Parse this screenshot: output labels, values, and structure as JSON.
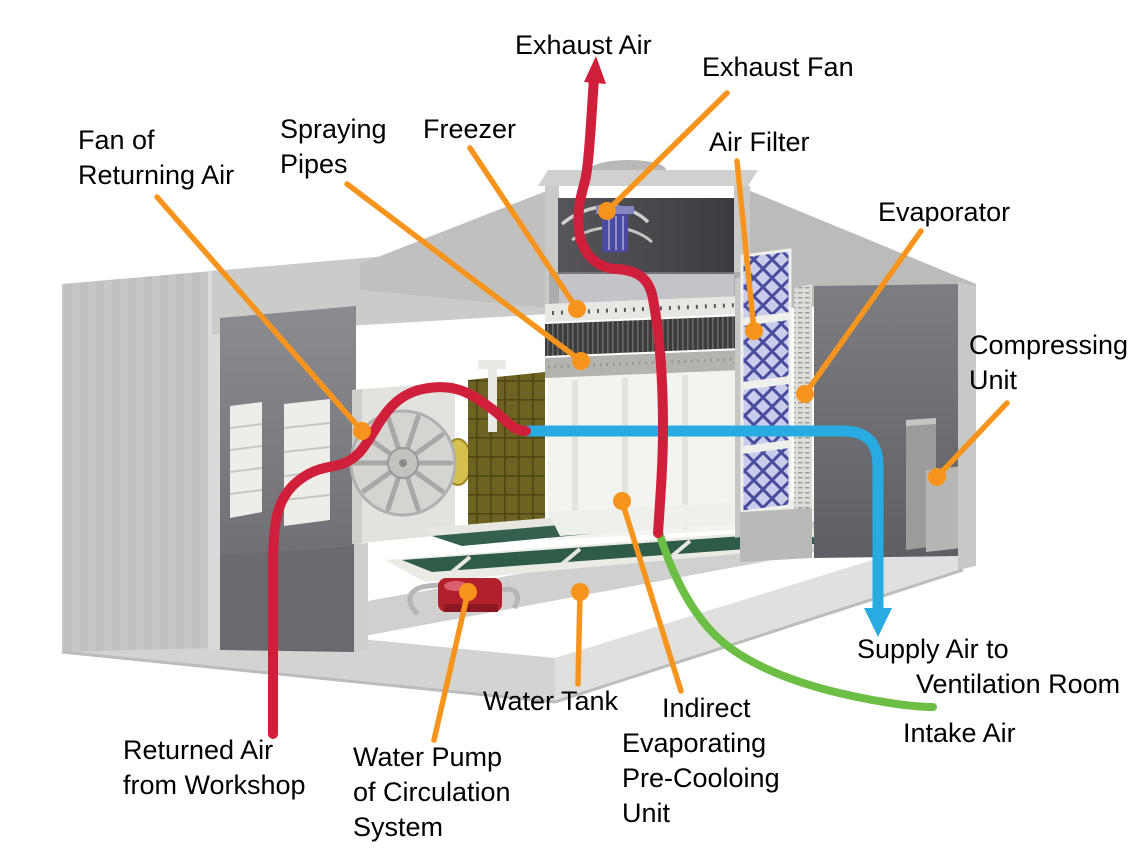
{
  "colors": {
    "leader_line": "#F7941D",
    "return_flow": "#D01F3B",
    "exhaust_flow": "#D01F3B",
    "supply_flow": "#29ABE2",
    "intake_flow": "#6CBE45"
  },
  "callouts": {
    "exhaust_air": "Exhaust Air",
    "exhaust_fan": "Exhaust Fan",
    "spraying_pipes": {
      "line1": "Spraying",
      "line2": "Pipes"
    },
    "freezer": "Freezer",
    "air_filter": "Air Filter",
    "evaporator": "Evaporator",
    "fan_of_returning_air": {
      "line1": "Fan of",
      "line2": "Returning Air"
    },
    "compressing_unit": {
      "line1": "Compressing",
      "line2": "Unit"
    },
    "supply_air": {
      "line1": "Supply Air to",
      "line2": "Ventilation Room"
    },
    "intake_air": "Intake Air",
    "returned_air": {
      "line1": "Returned Air",
      "line2": "from Workshop"
    },
    "water_pump": {
      "line1": "Water Pump",
      "line2": "of Circulation",
      "line3": "System"
    },
    "water_tank": "Water Tank",
    "indirect_pre_cooling_unit": {
      "line1": "Indirect",
      "line2": "Evaporating",
      "line3": "Pre-Cooloing",
      "line4": "Unit"
    }
  }
}
